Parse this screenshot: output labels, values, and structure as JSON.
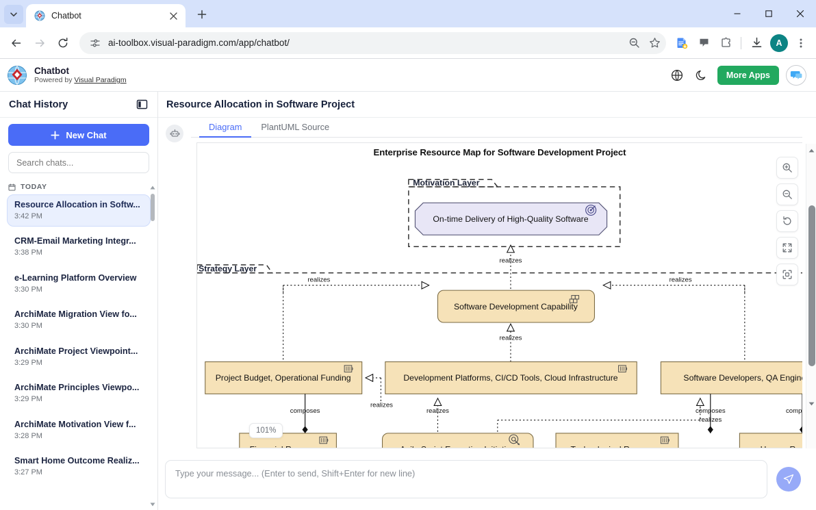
{
  "browser": {
    "tab": {
      "title": "Chatbot",
      "favicon_icon": "visual-paradigm-globe-icon",
      "close_icon": "close-icon"
    },
    "new_tab_icon": "plus-icon",
    "tabstrip_caret_icon": "chevron-down-icon",
    "window_controls": {
      "minimize": "minimize-icon",
      "maximize": "maximize-icon",
      "close": "close-icon"
    },
    "nav": {
      "back_icon": "back-arrow-icon",
      "forward_icon": "forward-arrow-icon",
      "reload_icon": "reload-icon"
    },
    "omnibox": {
      "site_settings_icon": "tune-sliders-icon",
      "url": "ai-toolbox.visual-paradigm.com/app/chatbot/",
      "zoom_out_icon": "zoom-out-magnifier-icon",
      "bookmark_icon": "star-icon"
    },
    "extensions": [
      {
        "name": "doc-extension-icon"
      },
      {
        "name": "comment-bubble-icon"
      },
      {
        "name": "puzzle-extensions-icon"
      },
      {
        "name": "download-icon"
      }
    ],
    "profile_initial": "A",
    "menu_icon": "kebab-menu-icon"
  },
  "app_header": {
    "logo_icon": "visual-paradigm-logo-icon",
    "title": "Chatbot",
    "subtitle_prefix": "Powered by ",
    "subtitle_link": "Visual Paradigm",
    "globe_icon": "globe-icon",
    "dark_mode_icon": "moon-icon",
    "more_apps_label": "More Apps",
    "profile_icon": "chat-bot-avatar-icon"
  },
  "sidebar": {
    "header_title": "Chat History",
    "collapse_icon": "panel-toggle-icon",
    "new_chat_label": "New Chat",
    "new_chat_icon": "plus-icon",
    "search_placeholder": "Search chats...",
    "search_value": "",
    "group_label": "TODAY",
    "group_icon": "calendar-icon",
    "items": [
      {
        "title": "Resource Allocation in Softw...",
        "time": "3:42 PM",
        "active": true
      },
      {
        "title": "CRM-Email Marketing Integr...",
        "time": "3:38 PM",
        "active": false
      },
      {
        "title": "e-Learning Platform Overview",
        "time": "3:30 PM",
        "active": false
      },
      {
        "title": "ArchiMate Migration View fo...",
        "time": "3:30 PM",
        "active": false
      },
      {
        "title": "ArchiMate Project Viewpoint...",
        "time": "3:29 PM",
        "active": false
      },
      {
        "title": "ArchiMate Principles Viewpo...",
        "time": "3:29 PM",
        "active": false
      },
      {
        "title": "ArchiMate Motivation View f...",
        "time": "3:28 PM",
        "active": false
      },
      {
        "title": "Smart Home Outcome Realiz...",
        "time": "3:27 PM",
        "active": false
      }
    ]
  },
  "content": {
    "page_title": "Resource Allocation in Software Project",
    "bot_avatar_icon": "robot-face-icon",
    "tabs": [
      {
        "label": "Diagram",
        "active": true
      },
      {
        "label": "PlantUML Source",
        "active": false
      }
    ],
    "zoom_level": "101%",
    "tools": [
      {
        "name": "zoom-in-icon"
      },
      {
        "name": "zoom-out-icon"
      },
      {
        "name": "reset-rotate-icon"
      },
      {
        "name": "fullscreen-expand-icon"
      },
      {
        "name": "fit-to-screen-icon"
      }
    ]
  },
  "diagram": {
    "title": "Enterprise Resource Map for Software Development Project",
    "layers": [
      {
        "label": "Motivation Layer"
      },
      {
        "label": "Strategy Layer"
      }
    ],
    "nodes": [
      {
        "id": "goal",
        "label": "On-time Delivery of High-Quality Software",
        "shape": "octagon",
        "fill": "#e8e6f6",
        "icon": "goal-target-icon"
      },
      {
        "id": "capability",
        "label": "Software Development Capability",
        "shape": "rounded",
        "fill": "#f6e2b8",
        "icon": "capability-bricks-icon"
      },
      {
        "id": "budget",
        "label": "Project Budget, Operational Funding",
        "shape": "rect",
        "fill": "#f6e2b8",
        "icon": "resource-icon"
      },
      {
        "id": "platforms",
        "label": "Development Platforms, CI/CD Tools, Cloud Infrastructure",
        "shape": "rect",
        "fill": "#f6e2b8",
        "icon": "resource-icon"
      },
      {
        "id": "people",
        "label": "Software Developers, QA Engine",
        "shape": "rect",
        "fill": "#f6e2b8",
        "icon": "resource-icon"
      },
      {
        "id": "financial",
        "label": "Financial Resources",
        "shape": "rect",
        "fill": "#f6e2b8",
        "icon": "resource-icon"
      },
      {
        "id": "agile",
        "label": "Agile Sprint Execution Initiative",
        "shape": "rounded",
        "fill": "#f6e2b8",
        "icon": "course-of-action-icon"
      },
      {
        "id": "technological",
        "label": "Technological Resources",
        "shape": "rect",
        "fill": "#f6e2b8",
        "icon": "resource-icon"
      },
      {
        "id": "human",
        "label": "Human Resources",
        "shape": "rect",
        "fill": "#f6e2b8",
        "icon": "resource-icon"
      }
    ],
    "edge_labels": {
      "realizes": "realizes",
      "composes": "composes"
    }
  },
  "composer": {
    "placeholder": "Type your message... (Enter to send, Shift+Enter for new line)",
    "value": "",
    "send_icon": "send-paper-plane-icon"
  }
}
